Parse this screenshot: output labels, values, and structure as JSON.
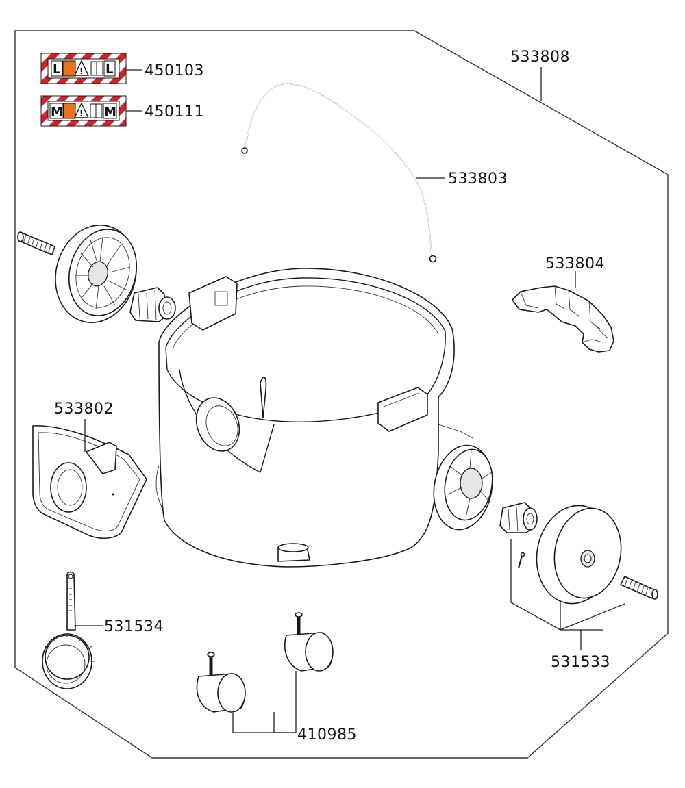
{
  "parts": {
    "p533808": "533808",
    "p450103": "450103",
    "p450111": "450111",
    "p533803": "533803",
    "p533804": "533804",
    "p533802": "533802",
    "p531534": "531534",
    "p531533": "531533",
    "p410985": "410985"
  },
  "labels": {
    "label_l_letter": "L",
    "label_m_letter": "M"
  },
  "colors": {
    "hazard_red": "#d6202a",
    "hazard_orange": "#e8731a",
    "line": "#1a1a1a"
  }
}
